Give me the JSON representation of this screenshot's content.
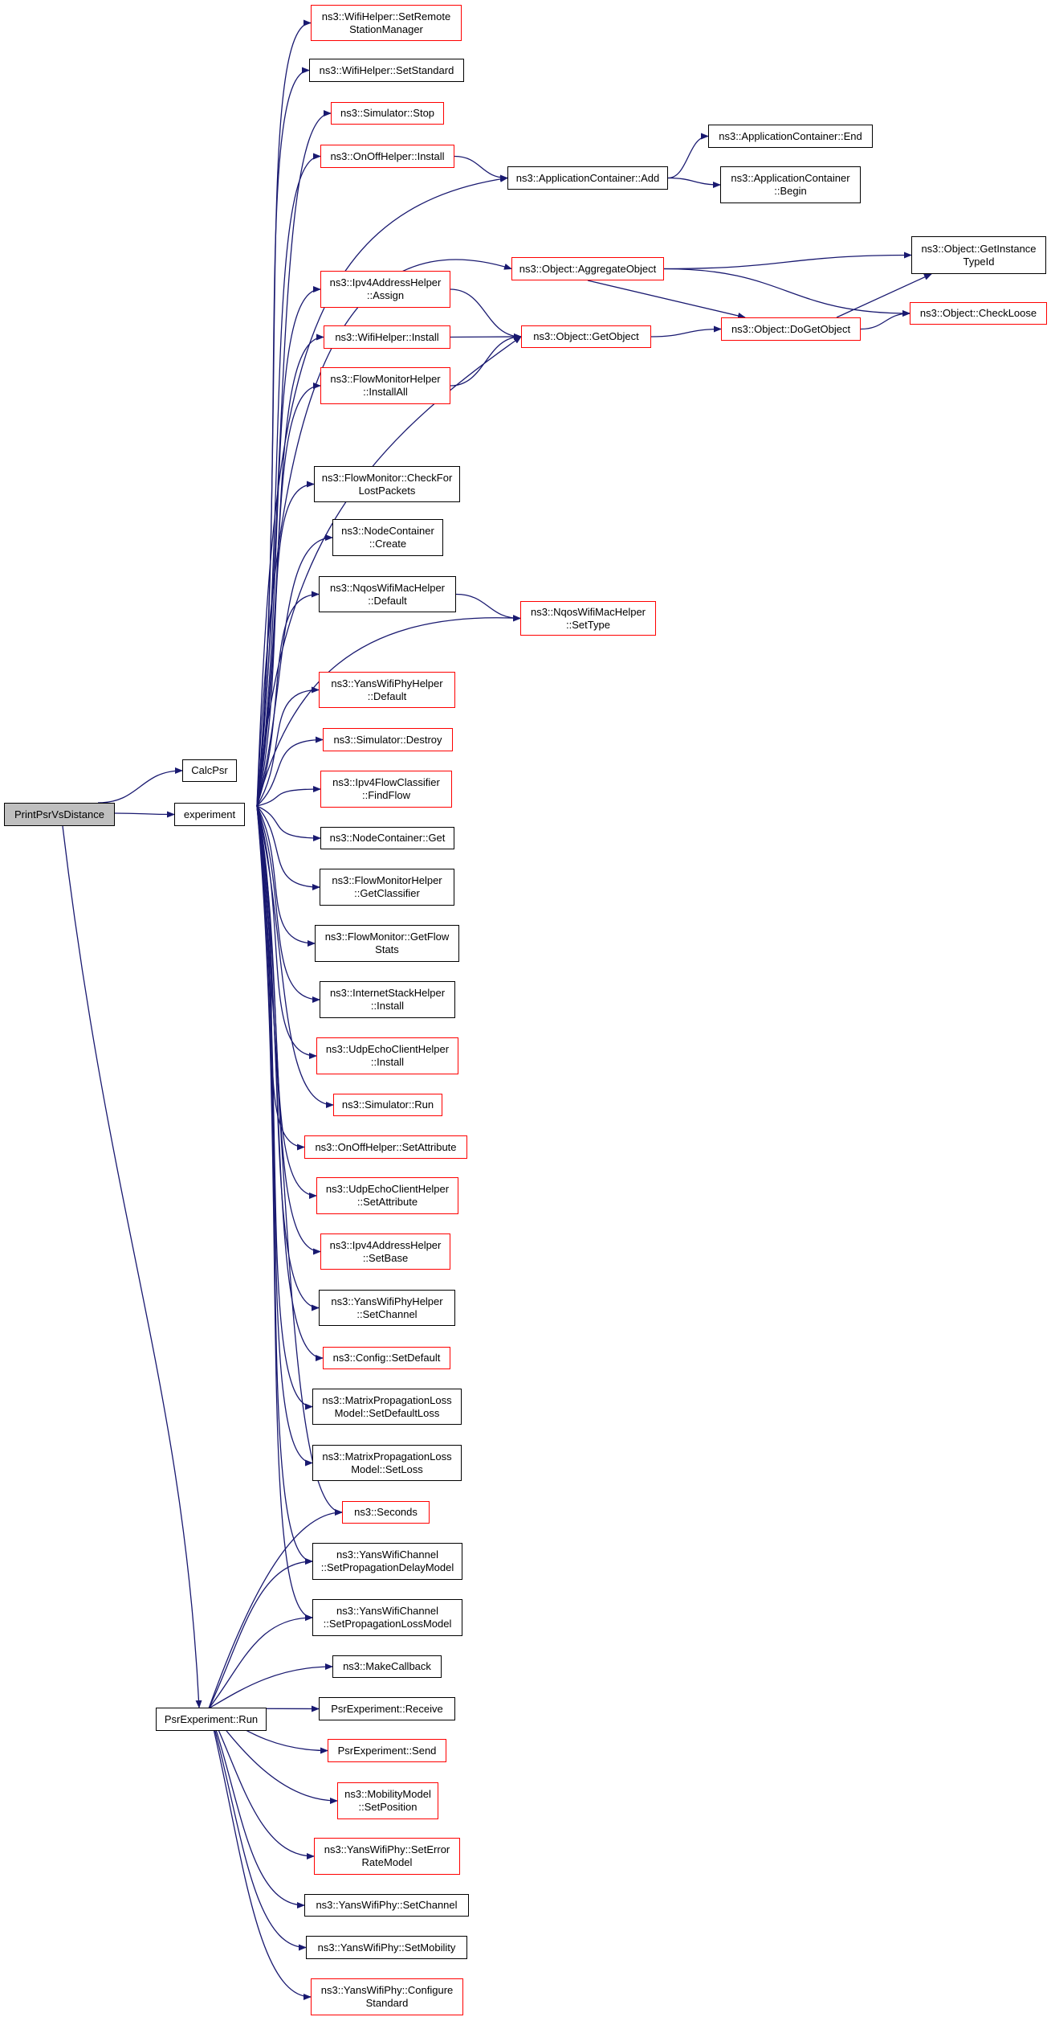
{
  "colors": {
    "edge": "#191970",
    "box_border": "#000000",
    "box_border_linked": "#ff0000",
    "root_fill": "#bfbfbf"
  },
  "nodes": [
    {
      "id": "print-psr-vs-distance",
      "label": "PrintPsrVsDistance",
      "style": "root"
    },
    {
      "id": "calc-psr",
      "label": "CalcPsr",
      "style": "black"
    },
    {
      "id": "experiment",
      "label": "experiment",
      "style": "black"
    },
    {
      "id": "psr-experiment-run",
      "label": "PsrExperiment::Run",
      "style": "black"
    },
    {
      "id": "wifi-helper-set-remote-station-manager",
      "label": "ns3::WifiHelper::SetRemote\nStationManager",
      "style": "red"
    },
    {
      "id": "wifi-helper-set-standard",
      "label": "ns3::WifiHelper::SetStandard",
      "style": "black"
    },
    {
      "id": "simulator-stop",
      "label": "ns3::Simulator::Stop",
      "style": "red"
    },
    {
      "id": "onoff-helper-install",
      "label": "ns3::OnOffHelper::Install",
      "style": "red"
    },
    {
      "id": "application-container-add",
      "label": "ns3::ApplicationContainer::Add",
      "style": "black"
    },
    {
      "id": "application-container-end",
      "label": "ns3::ApplicationContainer::End",
      "style": "black"
    },
    {
      "id": "application-container-begin",
      "label": "ns3::ApplicationContainer\n::Begin",
      "style": "black"
    },
    {
      "id": "object-aggregate-object",
      "label": "ns3::Object::AggregateObject",
      "style": "red"
    },
    {
      "id": "object-get-instance-type-id",
      "label": "ns3::Object::GetInstance\nTypeId",
      "style": "black"
    },
    {
      "id": "object-check-loose",
      "label": "ns3::Object::CheckLoose",
      "style": "red"
    },
    {
      "id": "ipv4-address-helper-assign",
      "label": "ns3::Ipv4AddressHelper\n::Assign",
      "style": "red"
    },
    {
      "id": "object-get-object",
      "label": "ns3::Object::GetObject",
      "style": "red"
    },
    {
      "id": "object-do-get-object",
      "label": "ns3::Object::DoGetObject",
      "style": "red"
    },
    {
      "id": "wifi-helper-install",
      "label": "ns3::WifiHelper::Install",
      "style": "red"
    },
    {
      "id": "flow-monitor-helper-install-all",
      "label": "ns3::FlowMonitorHelper\n::InstallAll",
      "style": "red"
    },
    {
      "id": "flow-monitor-check-for-lost-packets",
      "label": "ns3::FlowMonitor::CheckFor\nLostPackets",
      "style": "black"
    },
    {
      "id": "node-container-create",
      "label": "ns3::NodeContainer\n::Create",
      "style": "black"
    },
    {
      "id": "nqos-wifi-mac-helper-default",
      "label": "ns3::NqosWifiMacHelper\n::Default",
      "style": "black"
    },
    {
      "id": "nqos-wifi-mac-helper-set-type",
      "label": "ns3::NqosWifiMacHelper\n::SetType",
      "style": "red"
    },
    {
      "id": "yans-wifi-phy-helper-default",
      "label": "ns3::YansWifiPhyHelper\n::Default",
      "style": "red"
    },
    {
      "id": "simulator-destroy",
      "label": "ns3::Simulator::Destroy",
      "style": "red"
    },
    {
      "id": "ipv4-flow-classifier-find-flow",
      "label": "ns3::Ipv4FlowClassifier\n::FindFlow",
      "style": "red"
    },
    {
      "id": "node-container-get",
      "label": "ns3::NodeContainer::Get",
      "style": "black"
    },
    {
      "id": "flow-monitor-helper-get-classifier",
      "label": "ns3::FlowMonitorHelper\n::GetClassifier",
      "style": "black"
    },
    {
      "id": "flow-monitor-get-flow-stats",
      "label": "ns3::FlowMonitor::GetFlow\nStats",
      "style": "black"
    },
    {
      "id": "internet-stack-helper-install",
      "label": "ns3::InternetStackHelper\n::Install",
      "style": "black"
    },
    {
      "id": "udp-echo-client-helper-install",
      "label": "ns3::UdpEchoClientHelper\n::Install",
      "style": "red"
    },
    {
      "id": "simulator-run",
      "label": "ns3::Simulator::Run",
      "style": "red"
    },
    {
      "id": "onoff-helper-set-attribute",
      "label": "ns3::OnOffHelper::SetAttribute",
      "style": "red"
    },
    {
      "id": "udp-echo-client-helper-set-attribute",
      "label": "ns3::UdpEchoClientHelper\n::SetAttribute",
      "style": "red"
    },
    {
      "id": "ipv4-address-helper-set-base",
      "label": "ns3::Ipv4AddressHelper\n::SetBase",
      "style": "red"
    },
    {
      "id": "yans-wifi-phy-helper-set-channel",
      "label": "ns3::YansWifiPhyHelper\n::SetChannel",
      "style": "black"
    },
    {
      "id": "config-set-default",
      "label": "ns3::Config::SetDefault",
      "style": "red"
    },
    {
      "id": "matrix-propagation-loss-model-set-default-loss",
      "label": "ns3::MatrixPropagationLoss\nModel::SetDefaultLoss",
      "style": "black"
    },
    {
      "id": "matrix-propagation-loss-model-set-loss",
      "label": "ns3::MatrixPropagationLoss\nModel::SetLoss",
      "style": "black"
    },
    {
      "id": "seconds",
      "label": "ns3::Seconds",
      "style": "red"
    },
    {
      "id": "yans-wifi-channel-set-propagation-delay-model",
      "label": "ns3::YansWifiChannel\n::SetPropagationDelayModel",
      "style": "black"
    },
    {
      "id": "yans-wifi-channel-set-propagation-loss-model",
      "label": "ns3::YansWifiChannel\n::SetPropagationLossModel",
      "style": "black"
    },
    {
      "id": "make-callback",
      "label": "ns3::MakeCallback",
      "style": "black"
    },
    {
      "id": "psr-experiment-receive",
      "label": "PsrExperiment::Receive",
      "style": "black"
    },
    {
      "id": "psr-experiment-send",
      "label": "PsrExperiment::Send",
      "style": "red"
    },
    {
      "id": "mobility-model-set-position",
      "label": "ns3::MobilityModel\n::SetPosition",
      "style": "red"
    },
    {
      "id": "yans-wifi-phy-set-error-rate-model",
      "label": "ns3::YansWifiPhy::SetError\nRateModel",
      "style": "red"
    },
    {
      "id": "yans-wifi-phy-set-channel",
      "label": "ns3::YansWifiPhy::SetChannel",
      "style": "black"
    },
    {
      "id": "yans-wifi-phy-set-mobility",
      "label": "ns3::YansWifiPhy::SetMobility",
      "style": "black"
    },
    {
      "id": "yans-wifi-phy-configure-standard",
      "label": "ns3::YansWifiPhy::Configure\nStandard",
      "style": "red"
    }
  ],
  "edges": [
    [
      "print-psr-vs-distance",
      "calc-psr"
    ],
    [
      "print-psr-vs-distance",
      "experiment"
    ],
    [
      "print-psr-vs-distance",
      "psr-experiment-run"
    ],
    [
      "experiment",
      "wifi-helper-set-remote-station-manager"
    ],
    [
      "experiment",
      "wifi-helper-set-standard"
    ],
    [
      "experiment",
      "simulator-stop"
    ],
    [
      "experiment",
      "onoff-helper-install"
    ],
    [
      "experiment",
      "application-container-add"
    ],
    [
      "experiment",
      "object-aggregate-object"
    ],
    [
      "experiment",
      "ipv4-address-helper-assign"
    ],
    [
      "experiment",
      "wifi-helper-install"
    ],
    [
      "experiment",
      "flow-monitor-helper-install-all"
    ],
    [
      "experiment",
      "object-get-object"
    ],
    [
      "experiment",
      "flow-monitor-check-for-lost-packets"
    ],
    [
      "experiment",
      "node-container-create"
    ],
    [
      "experiment",
      "nqos-wifi-mac-helper-default"
    ],
    [
      "experiment",
      "nqos-wifi-mac-helper-set-type"
    ],
    [
      "experiment",
      "yans-wifi-phy-helper-default"
    ],
    [
      "experiment",
      "simulator-destroy"
    ],
    [
      "experiment",
      "ipv4-flow-classifier-find-flow"
    ],
    [
      "experiment",
      "node-container-get"
    ],
    [
      "experiment",
      "flow-monitor-helper-get-classifier"
    ],
    [
      "experiment",
      "flow-monitor-get-flow-stats"
    ],
    [
      "experiment",
      "internet-stack-helper-install"
    ],
    [
      "experiment",
      "udp-echo-client-helper-install"
    ],
    [
      "experiment",
      "simulator-run"
    ],
    [
      "experiment",
      "onoff-helper-set-attribute"
    ],
    [
      "experiment",
      "udp-echo-client-helper-set-attribute"
    ],
    [
      "experiment",
      "ipv4-address-helper-set-base"
    ],
    [
      "experiment",
      "yans-wifi-phy-helper-set-channel"
    ],
    [
      "experiment",
      "config-set-default"
    ],
    [
      "experiment",
      "matrix-propagation-loss-model-set-default-loss"
    ],
    [
      "experiment",
      "matrix-propagation-loss-model-set-loss"
    ],
    [
      "experiment",
      "seconds"
    ],
    [
      "experiment",
      "yans-wifi-channel-set-propagation-delay-model"
    ],
    [
      "experiment",
      "yans-wifi-channel-set-propagation-loss-model"
    ],
    [
      "onoff-helper-install",
      "application-container-add"
    ],
    [
      "application-container-add",
      "application-container-end"
    ],
    [
      "application-container-add",
      "application-container-begin"
    ],
    [
      "object-aggregate-object",
      "object-get-instance-type-id"
    ],
    [
      "object-aggregate-object",
      "object-check-loose"
    ],
    [
      "object-aggregate-object",
      "object-do-get-object"
    ],
    [
      "ipv4-address-helper-assign",
      "object-get-object"
    ],
    [
      "wifi-helper-install",
      "object-get-object"
    ],
    [
      "flow-monitor-helper-install-all",
      "object-get-object"
    ],
    [
      "object-get-object",
      "object-do-get-object"
    ],
    [
      "object-do-get-object",
      "object-get-instance-type-id"
    ],
    [
      "object-do-get-object",
      "object-check-loose"
    ],
    [
      "nqos-wifi-mac-helper-default",
      "nqos-wifi-mac-helper-set-type"
    ],
    [
      "psr-experiment-run",
      "seconds"
    ],
    [
      "psr-experiment-run",
      "yans-wifi-channel-set-propagation-delay-model"
    ],
    [
      "psr-experiment-run",
      "yans-wifi-channel-set-propagation-loss-model"
    ],
    [
      "psr-experiment-run",
      "make-callback"
    ],
    [
      "psr-experiment-run",
      "psr-experiment-receive"
    ],
    [
      "psr-experiment-run",
      "psr-experiment-send"
    ],
    [
      "psr-experiment-run",
      "mobility-model-set-position"
    ],
    [
      "psr-experiment-run",
      "yans-wifi-phy-set-error-rate-model"
    ],
    [
      "psr-experiment-run",
      "yans-wifi-phy-set-channel"
    ],
    [
      "psr-experiment-run",
      "yans-wifi-phy-set-mobility"
    ],
    [
      "psr-experiment-run",
      "yans-wifi-phy-configure-standard"
    ]
  ]
}
